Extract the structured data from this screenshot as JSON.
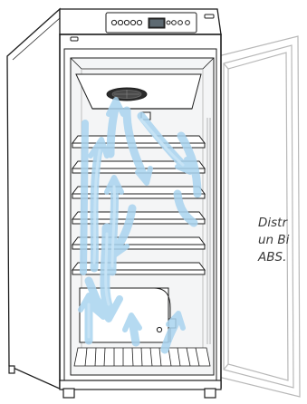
{
  "caption": {
    "lines": [
      "Distr",
      "un Bi",
      "ABS."
    ]
  },
  "colors": {
    "outline": "#1e1e1e",
    "cabinet_fill": "#ffffff",
    "interior_fill": "#f4f5f6",
    "airflow": "#a9d4ef",
    "airflow_light": "#c9e5f6",
    "door_outline": "#b8b8b8",
    "caption_text": "#3a3a3a"
  },
  "icons": {
    "fan": "fan-icon",
    "airflow": "airflow-arrow-icon",
    "control_panel": "control-panel-icon"
  }
}
